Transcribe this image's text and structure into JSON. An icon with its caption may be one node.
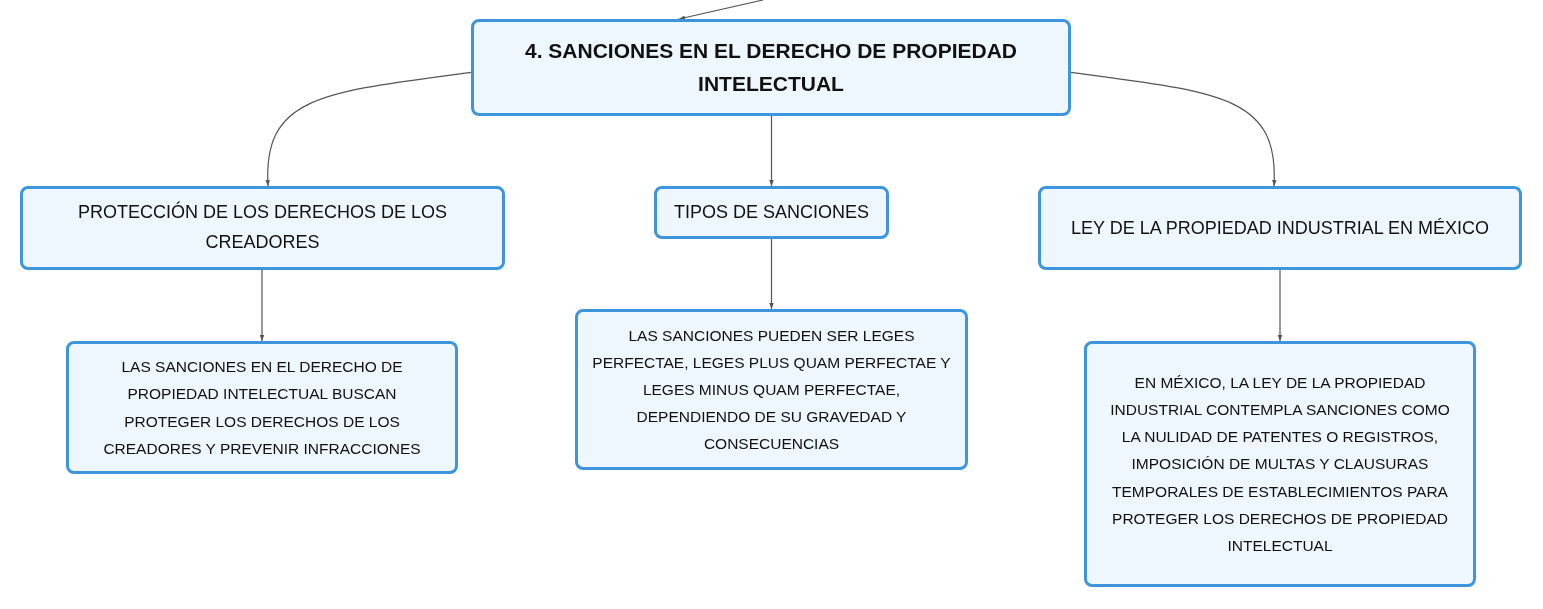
{
  "diagram": {
    "nodes": [
      {
        "text": [
          "4. SANCIONES EN EL DERECHO DE PROPIEDAD INTELECTUAL"
        ]
      },
      {
        "text": [
          "PROTECCIÓN DE LOS DERECHOS DE LOS CREADORES"
        ]
      },
      {
        "text": [
          "TIPOS DE SANCIONES"
        ]
      },
      {
        "text": [
          "LEY DE LA PROPIEDAD INDUSTRIAL EN MÉXICO"
        ]
      },
      {
        "text": [
          "LAS SANCIONES EN EL DERECHO DE PROPIEDAD INTELECTUAL BUSCAN PROTEGER LOS DERECHOS DE LOS CREADORES Y PREVENIR INFRACCIONES"
        ]
      },
      {
        "text": [
          "LAS SANCIONES PUEDEN SER LEGES PERFECTAE, LEGES PLUS QUAM PERFECTAE Y LEGES MINUS QUAM PERFECTAE, DEPENDIENDO DE SU GRAVEDAD Y CONSECUENCIAS"
        ]
      },
      {
        "text": [
          "EN MÉXICO, LA LEY DE LA PROPIEDAD INDUSTRIAL CONTEMPLA SANCIONES COMO LA NULIDAD DE PATENTES O REGISTROS, IMPOSICIÓN DE MULTAS Y CLAUSURAS TEMPORALES DE ESTABLECIMIENTOS PARA PROTEGER LOS DERECHOS DE PROPIEDAD INTELECTUAL"
        ]
      }
    ],
    "edges": [
      {
        "from": null,
        "to": 0,
        "arrow": "to"
      },
      {
        "from": 0,
        "to": 1,
        "arrow": "to"
      },
      {
        "from": 0,
        "to": 2,
        "arrow": "to"
      },
      {
        "from": 0,
        "to": 3,
        "arrow": "to"
      },
      {
        "from": 1,
        "to": 4,
        "arrow": "to"
      },
      {
        "from": 2,
        "to": 5,
        "arrow": "to"
      },
      {
        "from": 3,
        "to": 6,
        "arrow": "to"
      }
    ]
  }
}
